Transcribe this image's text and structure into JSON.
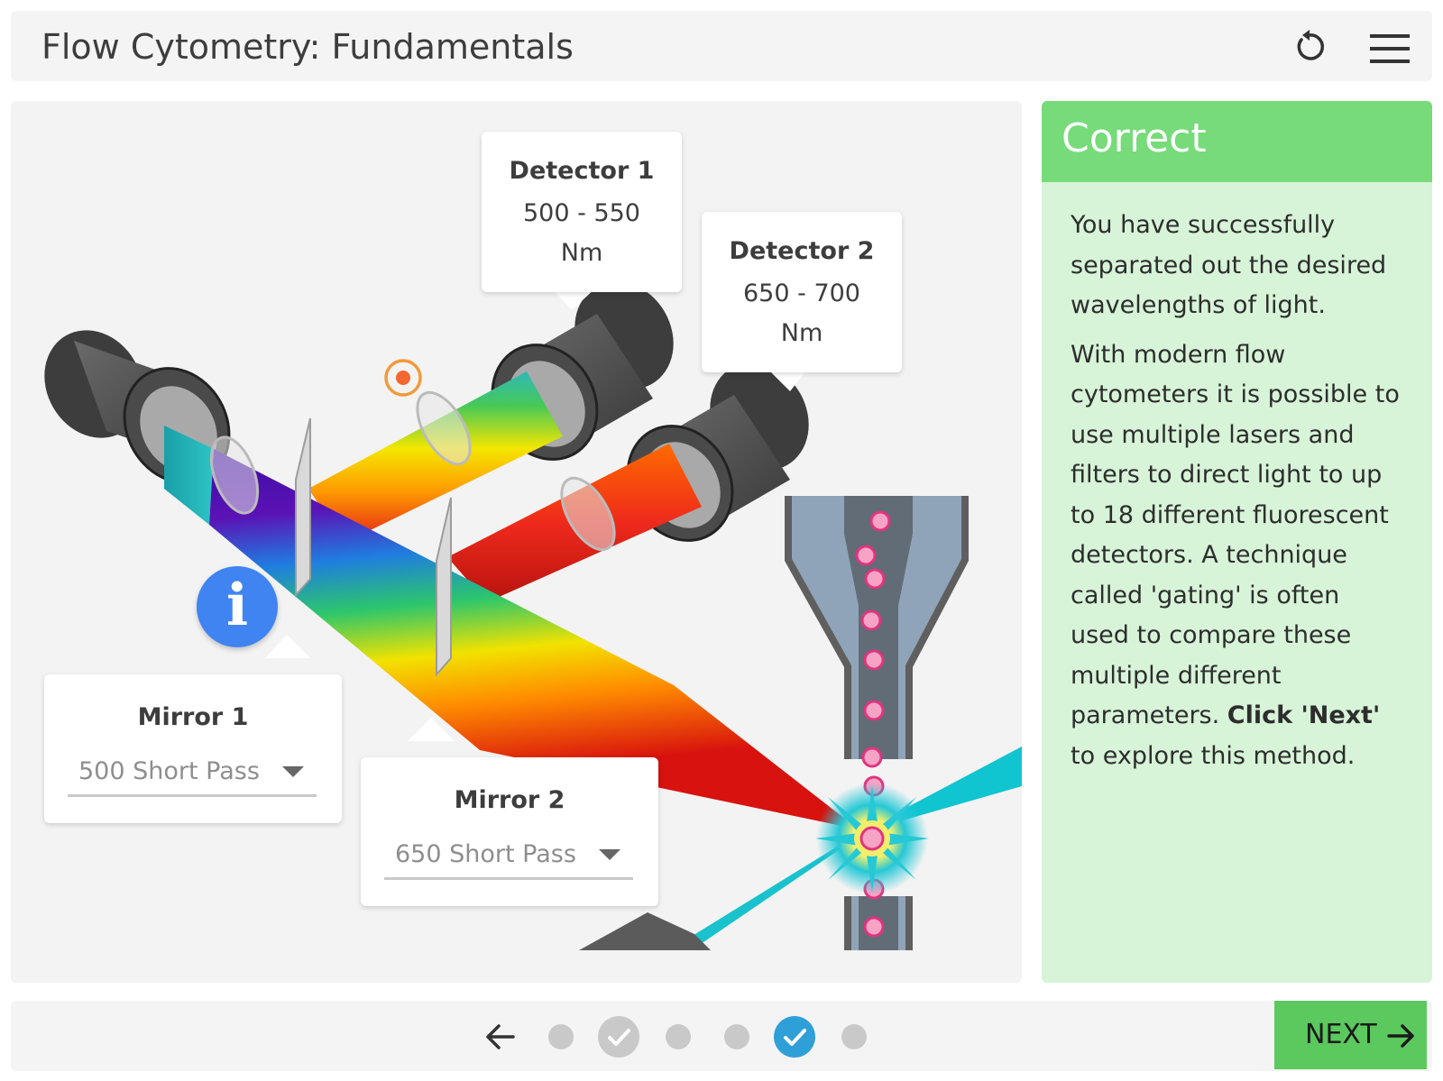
{
  "header": {
    "title": "Flow Cytometry: Fundamentals"
  },
  "detectors": [
    {
      "name": "Detector 1",
      "range": "500 - 550",
      "unit": "Nm"
    },
    {
      "name": "Detector 2",
      "range": "650 - 700",
      "unit": "Nm"
    }
  ],
  "mirrors": [
    {
      "name": "Mirror 1",
      "selected": "500 Short Pass"
    },
    {
      "name": "Mirror 2",
      "selected": "650 Short Pass"
    }
  ],
  "info_button": {
    "glyph": "i"
  },
  "feedback": {
    "title": "Correct",
    "p1": "You have successfully separated out the desired wavelengths of light.",
    "p2_text": "With modern flow cytometers it is possible to use multiple lasers and filters to direct light to up to 18 different fluorescent detectors. A technique called 'gating' is often used to compare these multiple different parameters. ",
    "p2_bold": "Click 'Next'",
    "p2_end": " to explore this method."
  },
  "navigation": {
    "next_label": "NEXT",
    "steps": [
      {
        "state": "incomplete"
      },
      {
        "state": "complete"
      },
      {
        "state": "incomplete"
      },
      {
        "state": "incomplete"
      },
      {
        "state": "current-complete"
      },
      {
        "state": "incomplete"
      }
    ]
  },
  "colors": {
    "correct_header": "#77db7a",
    "correct_body": "#d7f4d8",
    "next_button": "#5bc95e",
    "info_button": "#3f84f1",
    "current_step": "#2f9fd8",
    "target_marker": "#f29a3c"
  },
  "icons": {
    "restart": "restart-icon",
    "menu": "hamburger-menu-icon",
    "back": "arrow-left-icon",
    "next": "arrow-right-icon",
    "check": "check-icon",
    "info": "info-icon",
    "target": "target-icon"
  }
}
